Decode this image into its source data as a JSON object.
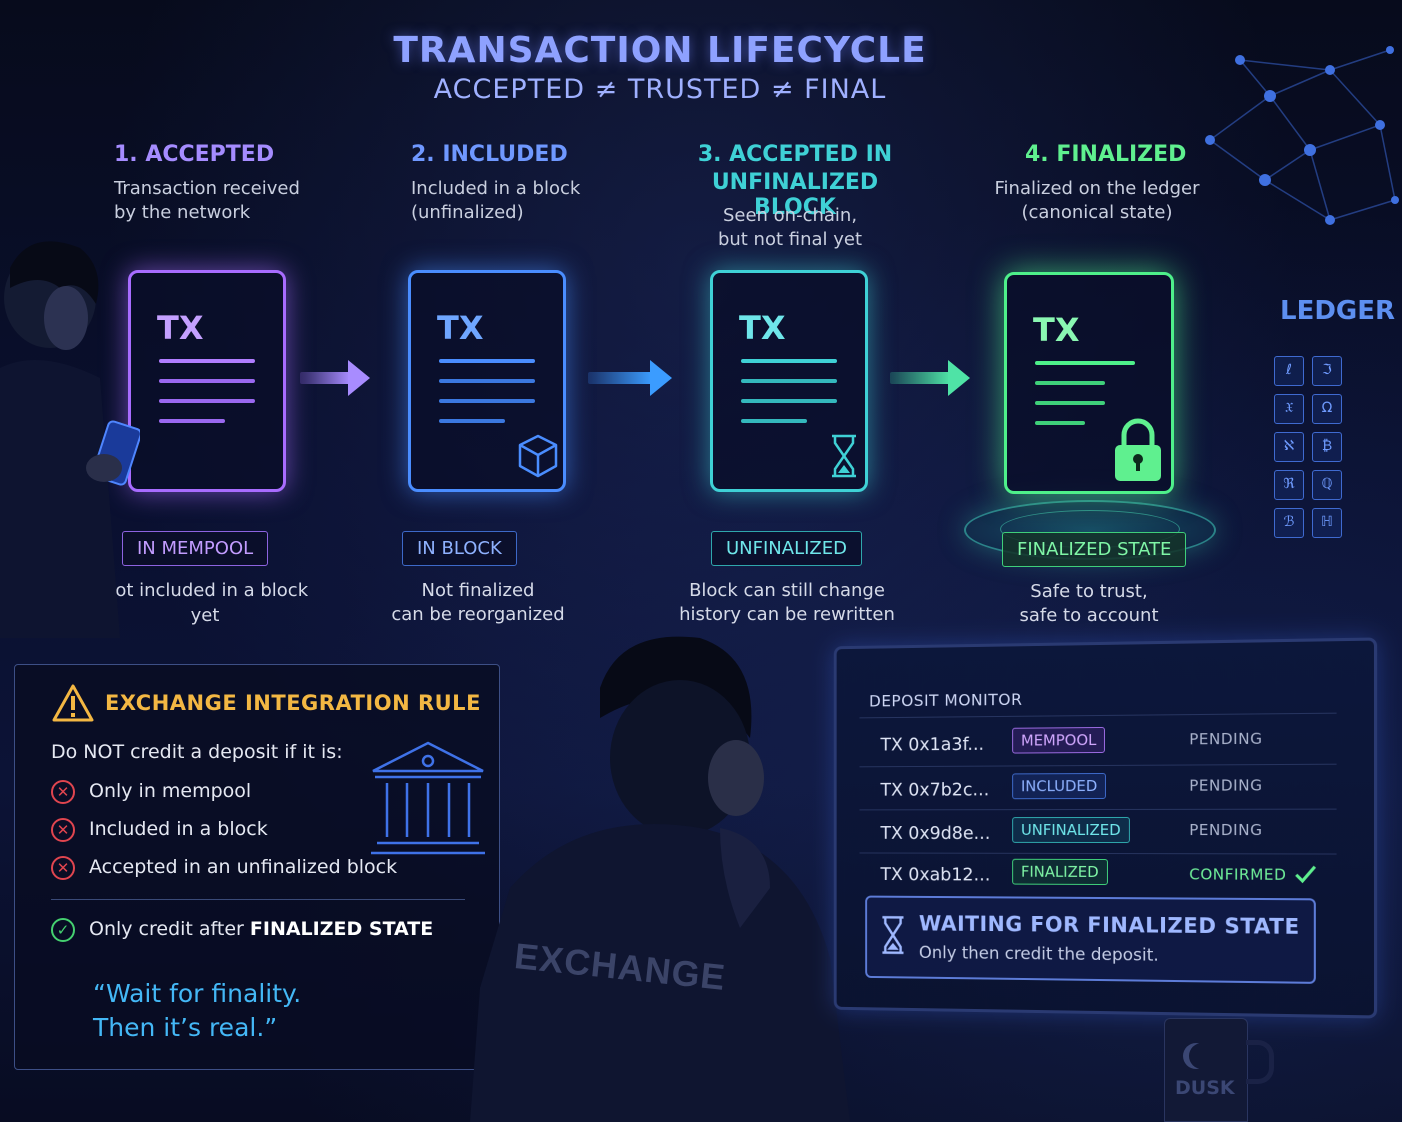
{
  "header": {
    "title": "TRANSACTION LIFECYCLE",
    "subtitle": "ACCEPTED ≠ TRUSTED ≠ FINAL"
  },
  "stages": [
    {
      "title": "1. ACCEPTED",
      "desc_line1": "Transaction received",
      "desc_line2": "by the network",
      "card_label": "TX",
      "card_icon": "phone-icon",
      "badge": "IN MEMPOOL",
      "caption_line1": "Not included in a block yet",
      "caption_line2": "",
      "color": "#a86cff"
    },
    {
      "title": "2. INCLUDED",
      "desc_line1": "Included in a block",
      "desc_line2": "(unfinalized)",
      "card_label": "TX",
      "card_icon": "cube-icon",
      "badge": "IN BLOCK",
      "caption_line1": "Not finalized",
      "caption_line2": "can be reorganized",
      "color": "#4a8dff"
    },
    {
      "title_line1": "3. ACCEPTED IN",
      "title_line2": "UNFINALIZED BLOCK",
      "desc_line1": "Seen on-chain,",
      "desc_line2": "but not final yet",
      "card_label": "TX",
      "card_icon": "hourglass-icon",
      "badge": "UNFINALIZED",
      "caption_line1": "Block can still change",
      "caption_line2": "history can be rewritten",
      "color": "#3fd1d6"
    },
    {
      "title": "4. FINALIZED",
      "desc_line1": "Finalized on the ledger",
      "desc_line2": "(canonical state)",
      "card_label": "TX",
      "card_icon": "lock-icon",
      "badge": "FINALIZED STATE",
      "caption_line1": "Safe to trust,",
      "caption_line2": "safe to account",
      "color": "#4ef08a"
    }
  ],
  "ledger": {
    "label": "LEDGER",
    "cells": [
      "ℓ",
      "ℑ",
      "𝔛",
      "Ω",
      "ℵ",
      "₿",
      "ℜ",
      "ℚ",
      "ℬ",
      "ℍ"
    ]
  },
  "rule": {
    "title": "EXCHANGE INTEGRATION RULE",
    "intro": "Do NOT credit a deposit if it is:",
    "donts": [
      "Only in mempool",
      "Included in a block",
      "Accepted in an unfinalized block"
    ],
    "do_prefix": "Only credit after ",
    "do_emphasis": "FINALIZED STATE",
    "quote_line1": "“Wait for finality.",
    "quote_line2": "Then it’s real.”",
    "warning_color": "#f3b743"
  },
  "monitor": {
    "title": "DEPOSIT MONITOR",
    "rows": [
      {
        "tx": "TX  0x1a3f...",
        "badge": "MEMPOOL",
        "status": "PENDING"
      },
      {
        "tx": "TX  0x7b2c...",
        "badge": "INCLUDED",
        "status": "PENDING"
      },
      {
        "tx": "TX  0x9d8e...",
        "badge": "UNFINALIZED",
        "status": "PENDING"
      },
      {
        "tx": "TX  0xab12...",
        "badge": "FINALIZED",
        "status": "CONFIRMED"
      }
    ],
    "wait_title": "WAITING FOR FINALIZED STATE",
    "wait_sub": "Only then credit the deposit."
  },
  "scene": {
    "hoodie_text": "EXCHANGE",
    "mug_text": "DUSK"
  }
}
